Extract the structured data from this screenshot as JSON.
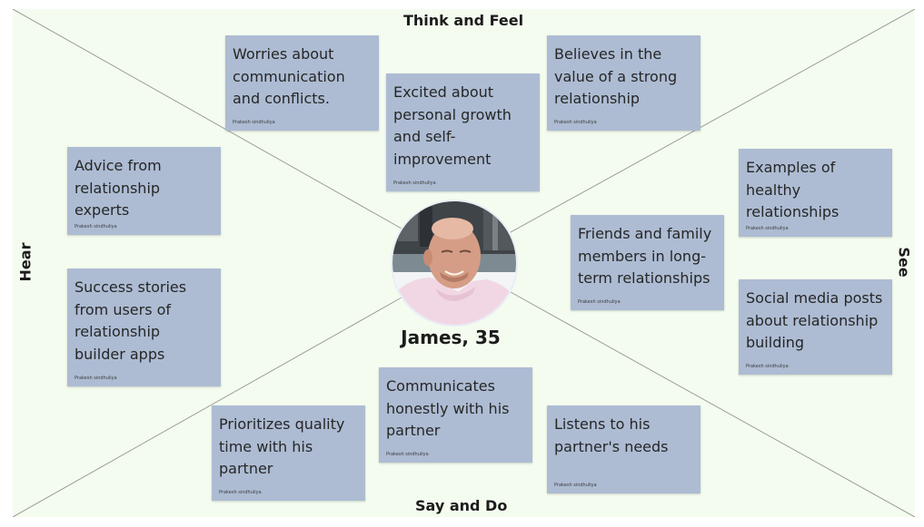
{
  "quadrants": {
    "top": "Think and Feel",
    "bottom": "Say and Do",
    "left": "Hear",
    "right": "See"
  },
  "persona": {
    "name": "James, 35",
    "photo": "bald-man-smiling-portrait"
  },
  "notes": [
    {
      "id": "worries",
      "text": "Worries about communication and conflicts.",
      "author": "Prakesh sindhuliya"
    },
    {
      "id": "excited",
      "text": "Excited about personal growth and self-improvement",
      "author": "Prakesh sindhuliya"
    },
    {
      "id": "believes",
      "text": "Believes in the value of a strong relationship",
      "author": "Prakesh sindhuliya"
    },
    {
      "id": "advice",
      "text": "Advice from relationship experts",
      "author": "Prakesh sindhuliya"
    },
    {
      "id": "success",
      "text": "Success stories from users of relationship builder apps",
      "author": "Prakesh sindhuliya"
    },
    {
      "id": "examples",
      "text": "Examples of healthy relationships",
      "author": "Prakesh sindhuliya"
    },
    {
      "id": "friends",
      "text": "Friends and family members in long-term relationships",
      "author": "Prakesh sindhuliya"
    },
    {
      "id": "social",
      "text": "Social media posts about relationship building",
      "author": "Prakesh sindhuliya"
    },
    {
      "id": "communicates",
      "text": "Communicates honestly with his partner",
      "author": "Prakesh sindhuliya"
    },
    {
      "id": "prioritizes",
      "text": "Prioritizes quality time with his partner",
      "author": "Prakesh sindhuliya"
    },
    {
      "id": "listens",
      "text": "Listens to his partner's needs",
      "author": "Prakesh sindhuliya"
    }
  ],
  "colors": {
    "background": "#f4fcef",
    "note": "#adbcd3",
    "divider": "#9c9c9c"
  }
}
